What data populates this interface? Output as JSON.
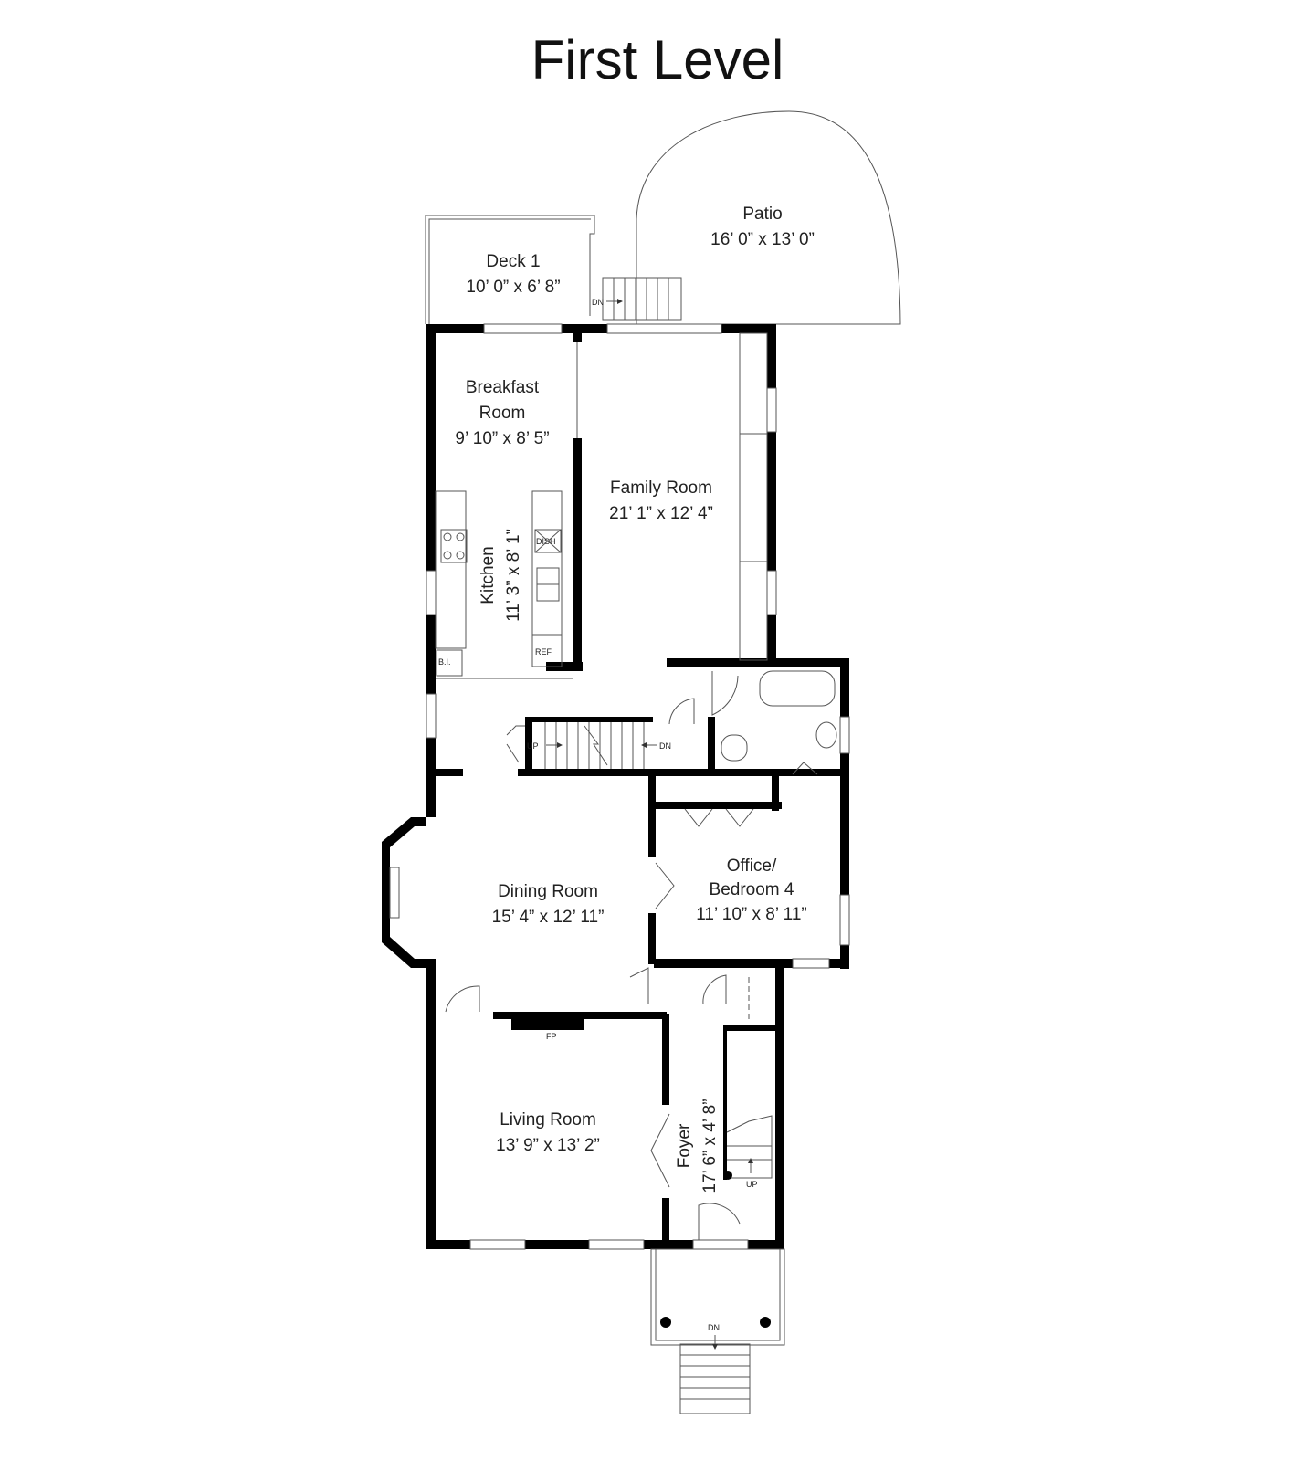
{
  "plan": {
    "title": "First Level",
    "rooms": [
      {
        "id": "patio",
        "name": "Patio",
        "dims": "16’ 0” x 13’ 0”"
      },
      {
        "id": "deck",
        "name": "Deck 1",
        "dims": "10’ 0” x 6’ 8”"
      },
      {
        "id": "breakfast",
        "name_line1": "Breakfast",
        "name_line2": "Room",
        "dims": "9’ 10” x 8’ 5”"
      },
      {
        "id": "family",
        "name": "Family Room",
        "dims": "21’ 1” x 12’ 4”"
      },
      {
        "id": "kitchen",
        "name": "Kitchen",
        "dims": "11’ 3” x 8’ 1”"
      },
      {
        "id": "dining",
        "name": "Dining Room",
        "dims": "15’ 4” x 12’ 11”"
      },
      {
        "id": "office",
        "name_line1": "Office/",
        "name_line2": "Bedroom 4",
        "dims": "11’ 10” x 8’ 11”"
      },
      {
        "id": "living",
        "name": "Living Room",
        "dims": "13’ 9” x 13’ 2”"
      },
      {
        "id": "foyer",
        "name": "Foyer",
        "dims": "17’ 6” x 4’ 8”"
      }
    ],
    "marks": {
      "dn": "DN",
      "up": "UP",
      "dish": "DISH",
      "ref": "REF",
      "bi": "B.I.",
      "fp": "FP"
    }
  }
}
